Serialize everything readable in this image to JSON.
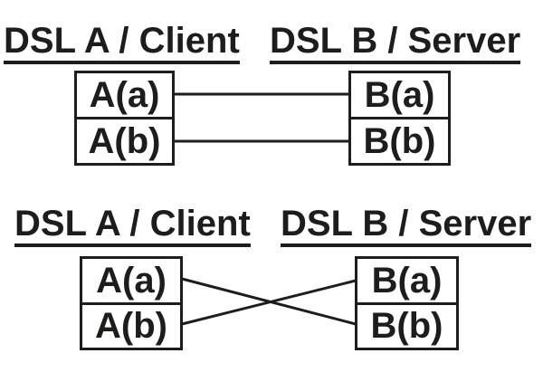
{
  "page": {
    "background_color": "#ffffff",
    "ink_color": "#1d1d1b"
  },
  "diagrams": [
    {
      "left_title": "DSL A / Client",
      "right_title": "DSL B / Server",
      "left_ports": [
        "A(a)",
        "A(b)"
      ],
      "right_ports": [
        "B(a)",
        "B(b)"
      ],
      "wiring": "straight",
      "connections": [
        {
          "from": "A(a)",
          "to": "B(a)"
        },
        {
          "from": "A(b)",
          "to": "B(b)"
        }
      ]
    },
    {
      "left_title": "DSL A / Client",
      "right_title": "DSL B / Server",
      "left_ports": [
        "A(a)",
        "A(b)"
      ],
      "right_ports": [
        "B(a)",
        "B(b)"
      ],
      "wiring": "crossed",
      "connections": [
        {
          "from": "A(a)",
          "to": "B(b)"
        },
        {
          "from": "A(b)",
          "to": "B(a)"
        }
      ]
    }
  ]
}
